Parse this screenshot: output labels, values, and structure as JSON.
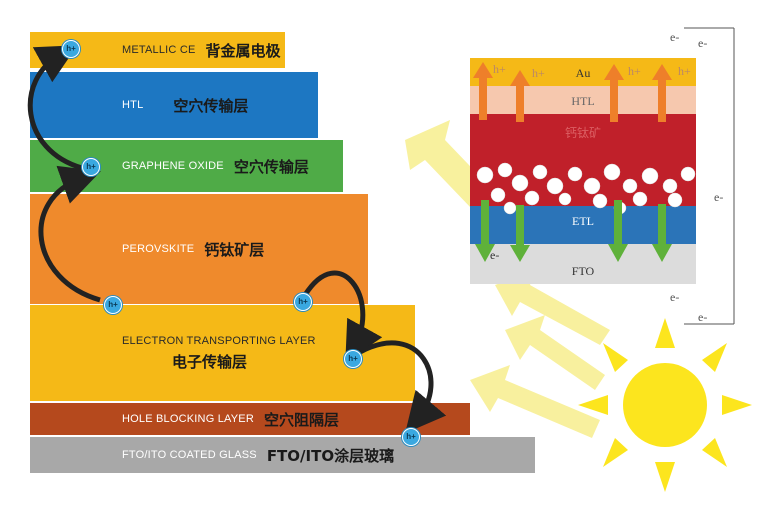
{
  "layers": [
    {
      "label": "METALLIC CE",
      "cn": "背金属电极",
      "color": "#f5b917"
    },
    {
      "label": "HTL",
      "cn": "空穴传输层",
      "color": "#1d77c2"
    },
    {
      "label": "GRAPHENE OXIDE",
      "cn": "空穴传输层",
      "color": "#4fab47"
    },
    {
      "label": "PEROVSKITE",
      "cn": "钙钛矿层",
      "color": "#ef8a2c"
    },
    {
      "label": "ELECTRON TRANSPORTING LAYER",
      "cn": "电子传输层",
      "color": "#f5b917"
    },
    {
      "label": "HOLE BLOCKING LAYER",
      "cn": "空穴阻隔层",
      "color": "#b5491d"
    },
    {
      "label": "FTO/ITO COATED GLASS",
      "cn": "FTO/ITO涂层玻璃",
      "color": "#a8a8a8"
    }
  ],
  "hole_symbol": "h+",
  "inset": {
    "layers": [
      "Au",
      "HTL",
      "钙钛矿",
      "ETL",
      "FTO"
    ],
    "electron_symbol": "e-",
    "hole_symbol": "h+"
  },
  "colors": {
    "sun": "#fce51e",
    "arrow": "#f8f099",
    "inset_red": "#c0202a",
    "inset_htl": "#f6c8ae",
    "inset_etl": "#2b74b8",
    "inset_fto": "#dcdcdc"
  }
}
